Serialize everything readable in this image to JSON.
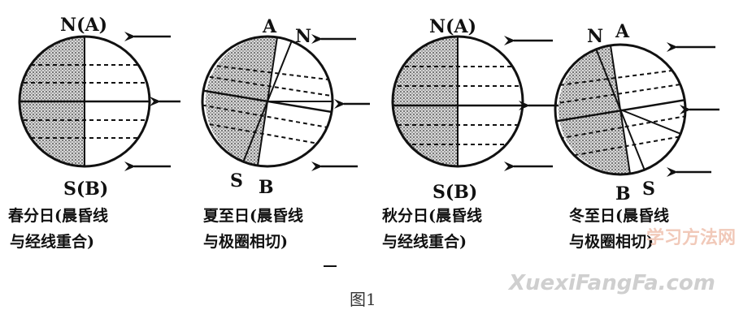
{
  "diagrams": [
    {
      "title": "春分日",
      "caption_line1": "春分日(晨昏线",
      "caption_line2": "与经线重合)",
      "top_label": "N(A)",
      "bottom_label": "S(B)"
    },
    {
      "title": "夏至日",
      "caption_line1": "夏至日(晨昏线",
      "caption_line2": "与极圈相切)",
      "label_A": "A",
      "label_N": "N",
      "label_S": "S",
      "label_B": "B"
    },
    {
      "title": "秋分日",
      "caption_line1": "秋分日(晨昏线",
      "caption_line2": "与经线重合)",
      "top_label": "N(A)",
      "bottom_label": "S(B)"
    },
    {
      "title": "冬至日",
      "caption_line1": "冬至日(晨昏线",
      "caption_line2": "与极圈相切)",
      "label_N": "N",
      "label_A": "A",
      "label_B": "B",
      "label_S": "S"
    }
  ],
  "figure_label": "图1",
  "watermark": "XuexiFangFa.com",
  "watermark_cn": "学习方法网"
}
